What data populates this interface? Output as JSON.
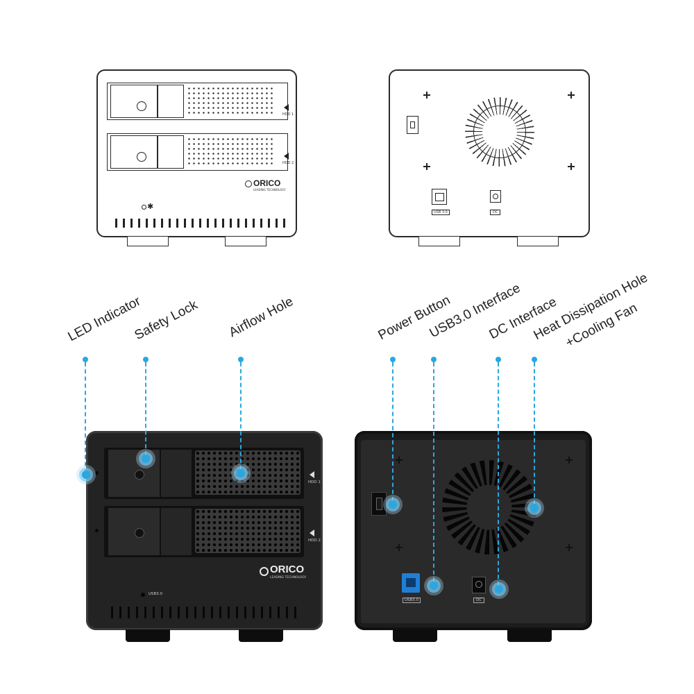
{
  "drawing": {
    "front": {
      "bay1": "HDD 1",
      "bay2": "HDD 2",
      "brand": "ORICO",
      "tagline": "LEADING TECHNOLOGY"
    },
    "back": {
      "usb": "USB 3.0",
      "dc": "DC"
    }
  },
  "photo": {
    "front": {
      "bay1": "HDD 1",
      "bay2": "HDD 2",
      "brand": "ORICO",
      "tagline": "LEADING TECHNOLOGY",
      "usb_mark": "USB3.0"
    },
    "back": {
      "usb": "USB3.0",
      "dc": "DC"
    }
  },
  "callouts": {
    "led": "LED Indicator",
    "lock": "Safety Lock",
    "airflow": "Airflow Hole",
    "power": "Power Button",
    "usb": "USB3.0 Interface",
    "dc": "DC Interface",
    "heat_line1": "Heat Dissipation Hole",
    "heat_line2": "+Cooling Fan"
  },
  "colors": {
    "accent": "#2aa7e0",
    "enclosure": "#1e1e1e",
    "usb_port": "#1f7fd6"
  }
}
